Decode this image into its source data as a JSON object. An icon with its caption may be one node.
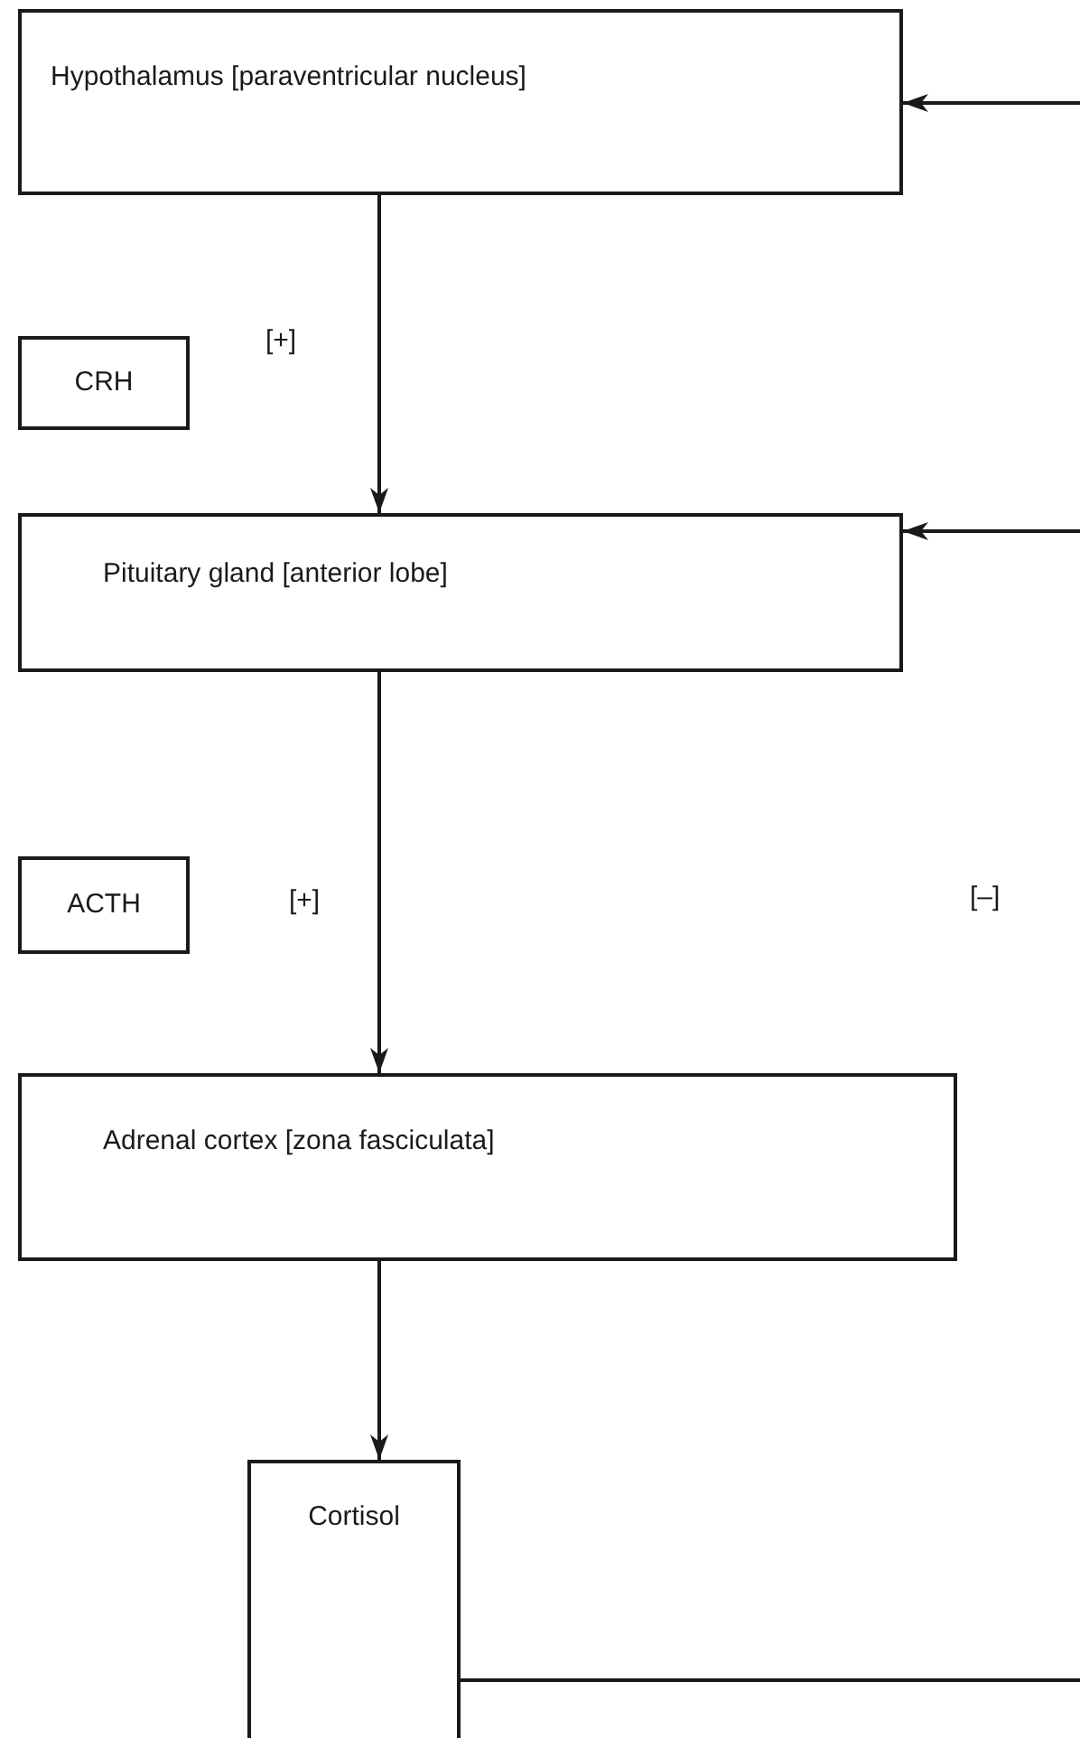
{
  "diagram": {
    "nodes": [
      {
        "text": [
          "Hypothalamus [paraventricular nucleus]"
        ]
      },
      {
        "text": [
          "CRH"
        ]
      },
      {
        "text": [
          "Pituitary gland [anterior lobe]"
        ]
      },
      {
        "text": [
          "ACTH"
        ]
      },
      {
        "text": [
          "Adrenal cortex [zona fasciculata]"
        ]
      },
      {
        "text": [
          "Cortisol"
        ]
      }
    ],
    "edges": [
      {
        "from": 0,
        "to": 2,
        "arrow": "to"
      },
      {
        "from": 2,
        "to": 4,
        "arrow": "to"
      },
      {
        "from": 4,
        "to": 5,
        "arrow": "to"
      },
      {
        "from": 5,
        "to": null,
        "arrow": "none"
      },
      {
        "from": null,
        "to": 0,
        "arrow": "to"
      },
      {
        "from": null,
        "to": 2,
        "arrow": "to"
      }
    ],
    "labels": [
      "[+]",
      "[+]",
      "[–]"
    ]
  }
}
